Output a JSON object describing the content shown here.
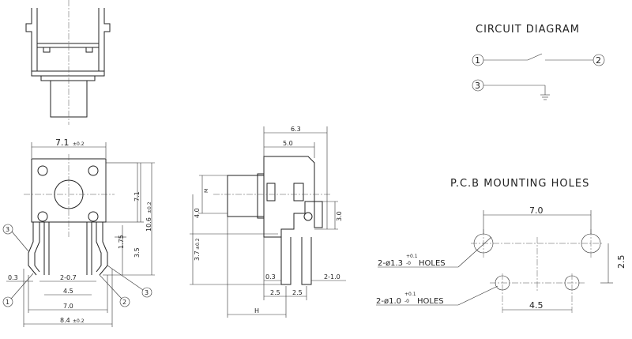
{
  "circuit": {
    "title": "CIRCUIT DIAGRAM",
    "pin1": "1",
    "pin2": "2",
    "pin3": "3"
  },
  "pcb": {
    "title": "P.C.B MOUNTING HOLES",
    "dim_spacing_top": "7.0",
    "dim_spacing_bottom": "4.5",
    "dim_vertical": "2.5",
    "holes_large": "2-ø1.3",
    "holes_large_tol_plus": "+0.1",
    "holes_large_tol_minus": "-0",
    "holes_small": "2-ø1.0",
    "holes_small_tol_plus": "+0.1",
    "holes_small_tol_minus": "-0",
    "holes_suffix": "HOLES"
  },
  "front": {
    "dim_width": "7.1",
    "dim_width_tol": "±0.2",
    "dim_height_body": "7.1",
    "dim_height_total": "10.6",
    "dim_height_total_tol": "±0.2",
    "dim_1_75": "1.75",
    "dim_3_5": "3.5",
    "dim_0_3": "0.3",
    "dim_2_0_7": "2-0.7",
    "dim_4_5": "4.5",
    "dim_7_0": "7.0",
    "dim_8_4": "8.4",
    "dim_8_4_tol": "±0.2",
    "pin1": "1",
    "pin2": "2",
    "pin3": "3",
    "pin3b": "3"
  },
  "side": {
    "dim_6_3": "6.3",
    "dim_5_0": "5.0",
    "dim_m": "M",
    "dim_4_0": "4.0",
    "dim_3_7": "3.7",
    "dim_3_7_tol": "±0.2",
    "dim_3_0": "3.0",
    "dim_0_3": "0.3",
    "dim_2_1_0": "2-1.0",
    "dim_2_5a": "2.5",
    "dim_2_5b": "2.5",
    "dim_h": "H"
  }
}
